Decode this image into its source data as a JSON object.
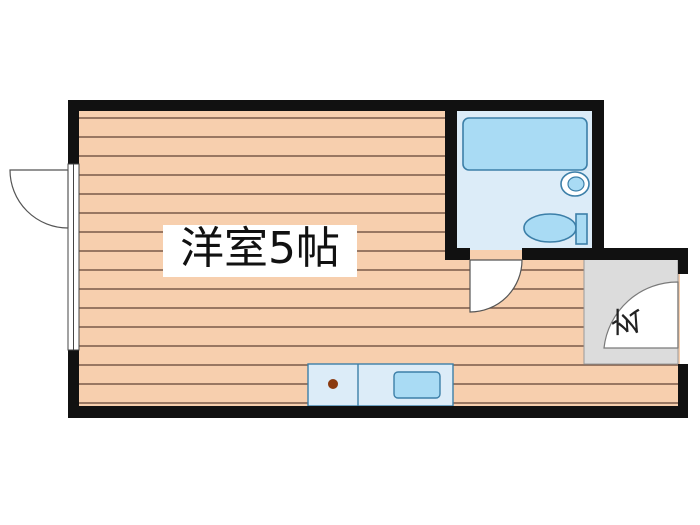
{
  "floor_plan": {
    "rooms": [
      {
        "id": "western-room",
        "label": "洋室5帖"
      },
      {
        "id": "entrance",
        "label": "玄"
      }
    ],
    "fixtures": [
      "bathtub",
      "washbasin",
      "toilet",
      "kitchen-stove",
      "kitchen-sink"
    ],
    "colors": {
      "wall": "#111111",
      "floor": "#f7cfae",
      "floor_line": "#7a5a48",
      "bath_fill": "#dcecf8",
      "fixture_fill": "#a9dbf4",
      "fixture_stroke": "#3c7fa8",
      "entrance_fill": "#dcdcdc",
      "stove_dot": "#8a3a10"
    }
  }
}
